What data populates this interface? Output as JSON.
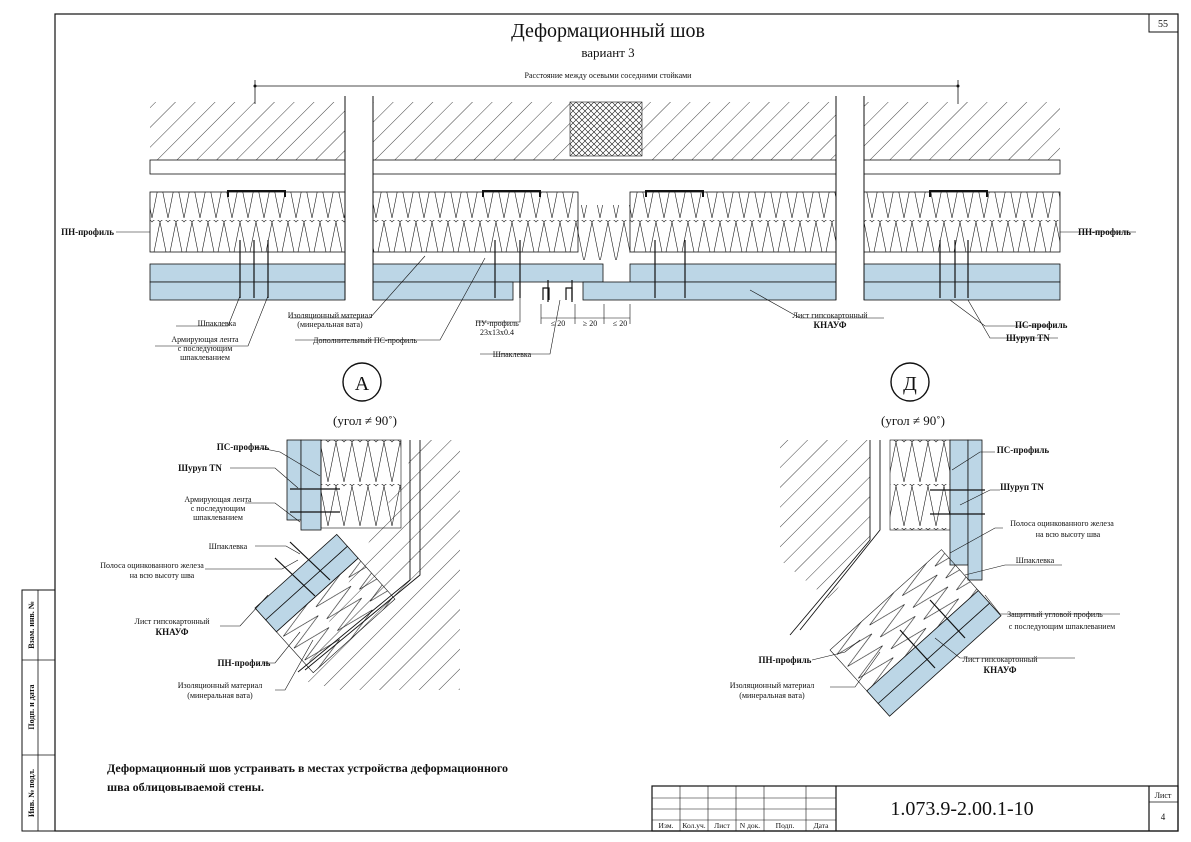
{
  "sheet": {
    "page_number": "55",
    "title": "Деформационный шов",
    "subtitle": "вариант 3",
    "distance_label": "Расстояние между осевыми соседними стойками",
    "note_line1": "Деформационный шов устраивать в местах устройства деформационного",
    "note_line2": "шва облицовываемой стены.",
    "doc_code": "1.073.9-2.00.1-10",
    "sheet_label": "Лист",
    "sheet_no": "4"
  },
  "stamp_columns": [
    "Изм.",
    "Кол.уч.",
    "Лист",
    "N док.",
    "Подп.",
    "Дата"
  ],
  "side_fields": [
    "Взам. инв. №",
    "Подп. и дата",
    "Инв. № подл."
  ],
  "section_labels": {
    "pn_left": "ПН-профиль",
    "pn_right": "ПН-профиль",
    "shpaklevka_left": "Шпаклевка",
    "armir_1": "Армирующая лента",
    "armir_2": "с последующим",
    "armir_3": "шпаклеванием",
    "izol_1": "Изоляционный материал",
    "izol_2": "(минеральная вата)",
    "dop_ps": "Дополнительный ПС-профиль",
    "pu_1": "ПУ-профиль",
    "pu_2": "23х13х0.4",
    "dim_1": "≤ 20",
    "dim_2": "≥ 20",
    "dim_3": "≤ 20",
    "shpaklevka_mid": "Шпаклевка",
    "list_gk_1": "Лист гипсокартонный",
    "list_gk_2": "КНАУФ",
    "ps_right": "ПС-профиль",
    "shurup_right": "Шуруп TN"
  },
  "detail_a": {
    "marker": "А",
    "angle": "(угол ≠ 90˚)",
    "ps": "ПС-профиль",
    "shurup": "Шуруп TN",
    "armir_1": "Армирующая лента",
    "armir_2": "с последующим",
    "armir_3": "шпаклеванием",
    "shpaklevka": "Шпаклевка",
    "polosa_1": "Полоса оцинкованного железа",
    "polosa_2": "на всю высоту шва",
    "list_1": "Лист гипсокартонный",
    "list_2": "КНАУФ",
    "pn": "ПН-профиль",
    "izol_1": "Изоляционный материал",
    "izol_2": "(минеральная вата)"
  },
  "detail_d": {
    "marker": "Д",
    "angle": "(угол ≠ 90˚)",
    "ps": "ПС-профиль",
    "shurup": "Шуруп TN",
    "polosa_1": "Полоса оцинкованного железа",
    "polosa_2": "на всю высоту шва",
    "shpaklevka": "Шпаклевка",
    "zasch_1": "Защитный угловой профиль",
    "zasch_2": "с последующим шпаклеванием",
    "pn": "ПН-профиль",
    "izol_1": "Изоляционный материал",
    "izol_2": "(минеральная вата)",
    "list_1": "Лист гипсокартонный",
    "list_2": "КНАУФ"
  },
  "colors": {
    "board": "#bcd6e6",
    "line": "#111111",
    "paper": "#ffffff"
  }
}
